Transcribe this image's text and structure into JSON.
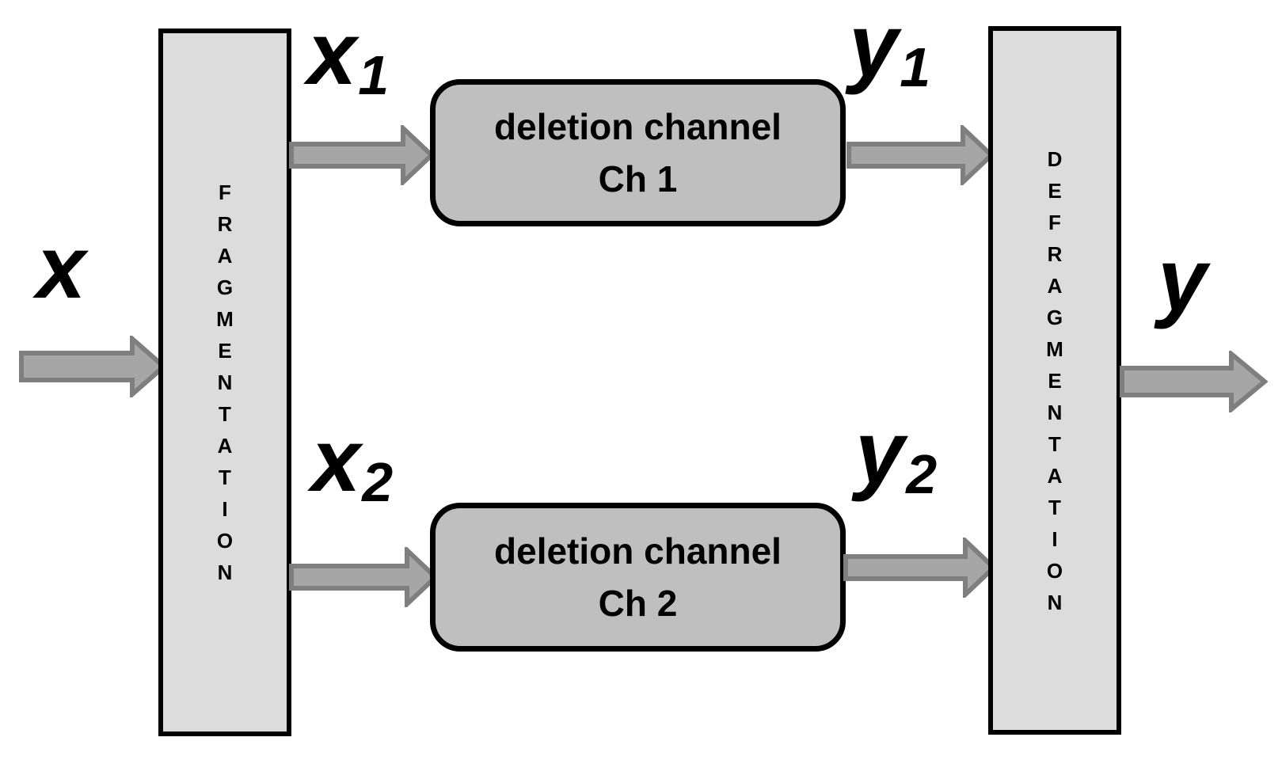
{
  "diagram": {
    "input_label": "x",
    "output_label": "y",
    "fragmentation_label": "FRAGMENTATION",
    "defragmentation_label": "DEFRAGMENTATION",
    "channel1": {
      "title_line1": "deletion channel",
      "title_line2": "Ch 1",
      "input_base": "x",
      "input_sub": "1",
      "output_base": "y",
      "output_sub": "1"
    },
    "channel2": {
      "title_line1": "deletion channel",
      "title_line2": "Ch 2",
      "input_base": "x",
      "input_sub": "2",
      "output_base": "y",
      "output_sub": "2"
    },
    "colors": {
      "background": "#ffffff",
      "vertical_box_fill": "#dcdcdc",
      "channel_box_fill": "#bfbfbf",
      "arrow_fill": "#a6a6a6",
      "arrow_outline": "#7f7f7f",
      "box_border": "#000000",
      "text": "#000000"
    }
  }
}
